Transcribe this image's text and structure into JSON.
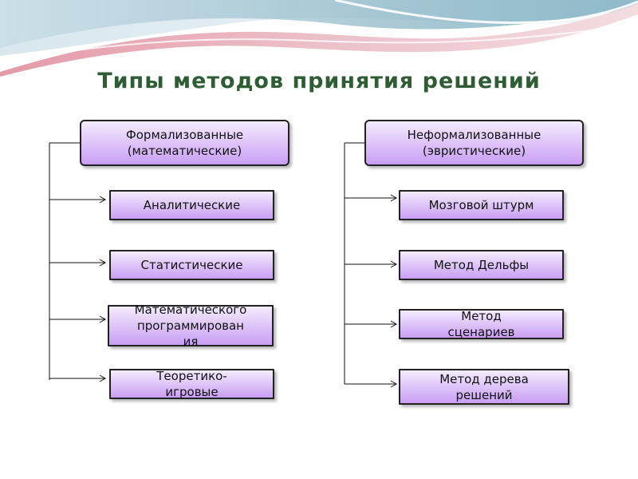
{
  "colors": {
    "title": "#2e5d34",
    "box_fill_top": "#f4ecfe",
    "box_fill_bottom": "#c99ef4",
    "line": "#111111",
    "banner_pink": "#e8aeb8",
    "banner_blue": "#a9cfdc"
  },
  "slide": {
    "title": "Типы методов принятия решений"
  },
  "left": {
    "header": "Формализованные\n(математические)",
    "items": [
      "Аналитические",
      "Статистические",
      "Математического\nпрограммирован\nия",
      "Теоретико-\nигровые"
    ]
  },
  "right": {
    "header": "Неформализованные\n(эвристические)",
    "items": [
      "Мозговой штурм",
      "Метод  Дельфы",
      "Метод\nсценариев",
      "Метод  дерева\nрешений"
    ]
  }
}
